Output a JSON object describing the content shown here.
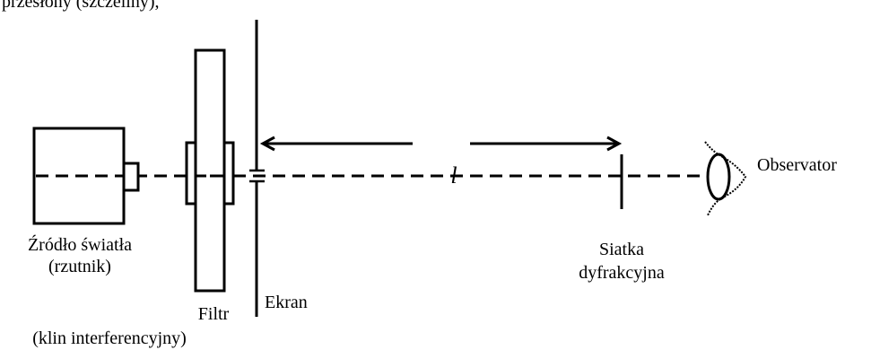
{
  "header_fragment": "przesłony (szczeliny),",
  "labels": {
    "source_line1": "Źródło światła",
    "source_line2": "(rzutnik)",
    "filter_line1": "Filtr",
    "filter_line2": "(klin interferencyjny)",
    "screen": "Ekran",
    "grating_line1": "Siatka",
    "grating_line2": "dyfrakcyjna",
    "observer": "Observator",
    "distance_symbol": "l"
  },
  "colors": {
    "ink": "#000000",
    "background": "#ffffff"
  },
  "icons": {
    "eye": "eye-icon"
  }
}
